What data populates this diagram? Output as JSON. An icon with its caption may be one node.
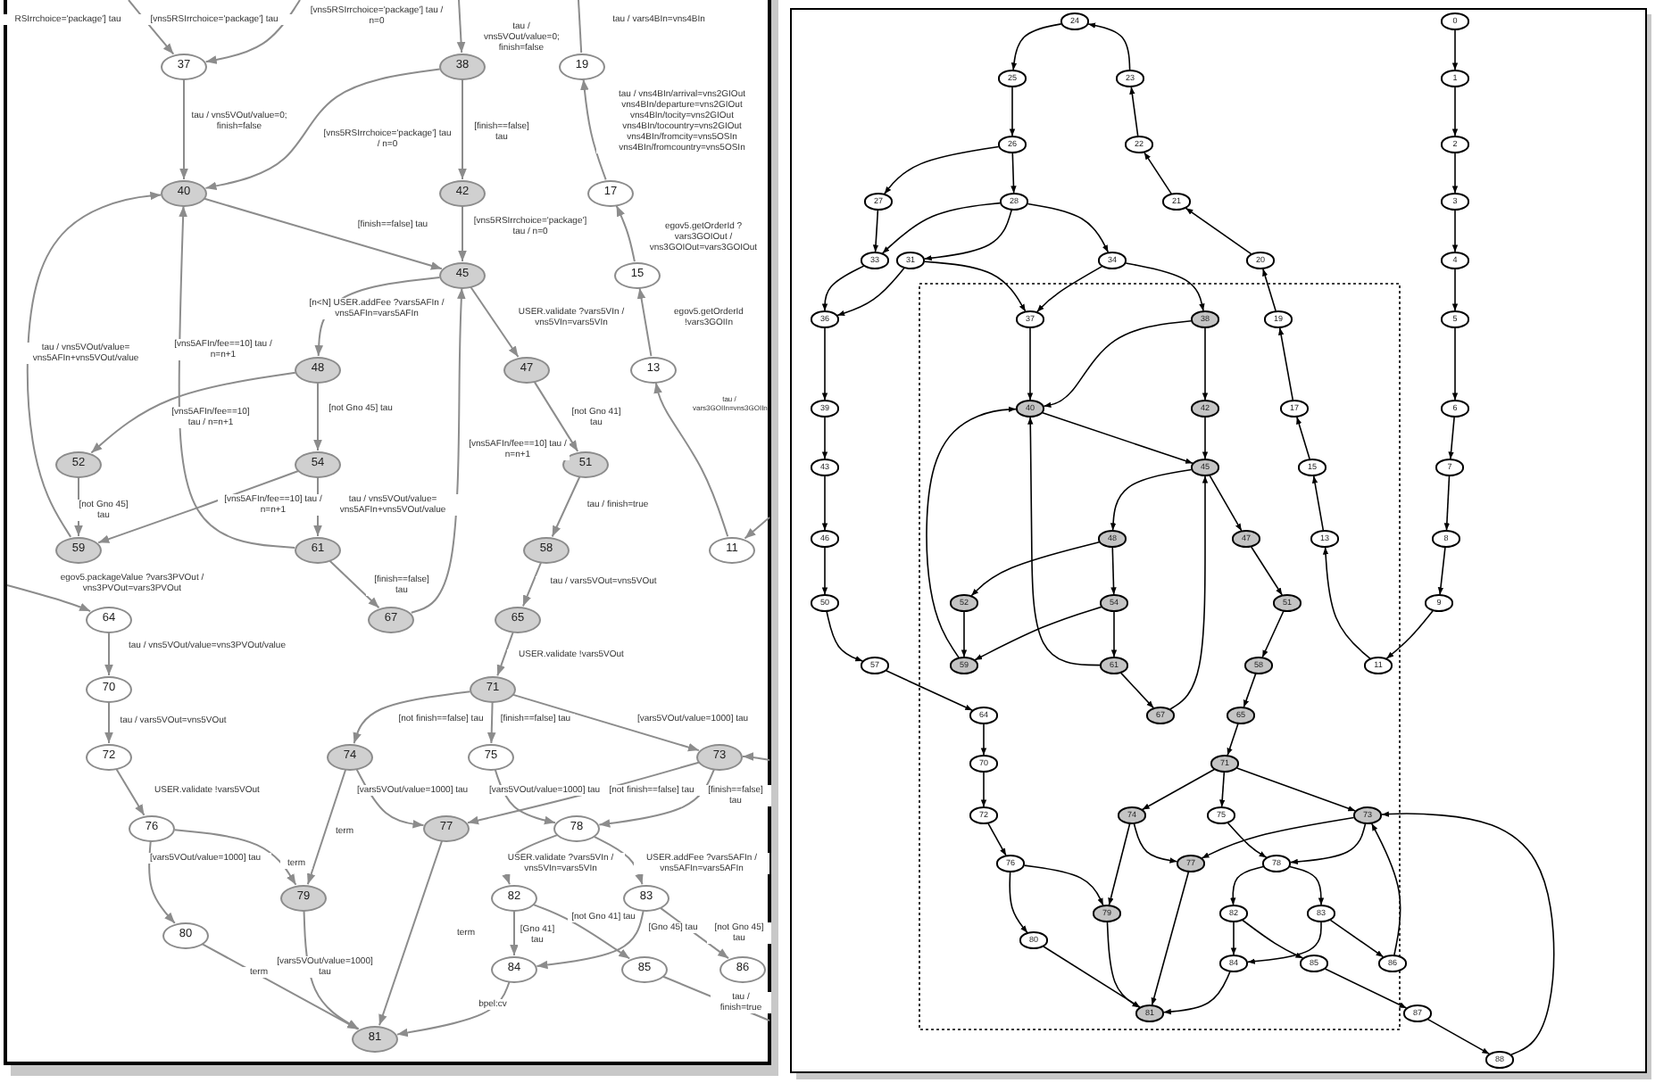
{
  "diagram": {
    "nodes": [
      {
        "text": [
          "37"
        ]
      },
      {
        "text": [
          "38"
        ]
      },
      {
        "text": [
          "19"
        ]
      },
      {
        "text": [
          "40"
        ]
      },
      {
        "text": [
          "42"
        ]
      },
      {
        "text": [
          "17"
        ]
      },
      {
        "text": [
          "45"
        ]
      },
      {
        "text": [
          "15"
        ]
      },
      {
        "text": [
          "48"
        ]
      },
      {
        "text": [
          "47"
        ]
      },
      {
        "text": [
          "13"
        ]
      },
      {
        "text": [
          "52"
        ]
      },
      {
        "text": [
          "54"
        ]
      },
      {
        "text": [
          "51"
        ]
      },
      {
        "text": [
          "59"
        ]
      },
      {
        "text": [
          "61"
        ]
      },
      {
        "text": [
          "58"
        ]
      },
      {
        "text": [
          "11"
        ]
      },
      {
        "text": [
          "64"
        ]
      },
      {
        "text": [
          "67"
        ]
      },
      {
        "text": [
          "65"
        ]
      },
      {
        "text": [
          "70"
        ]
      },
      {
        "text": [
          "71"
        ]
      },
      {
        "text": [
          "72"
        ]
      },
      {
        "text": [
          "74"
        ]
      },
      {
        "text": [
          "75"
        ]
      },
      {
        "text": [
          "73"
        ]
      },
      {
        "text": [
          "76"
        ]
      },
      {
        "text": [
          "77"
        ]
      },
      {
        "text": [
          "78"
        ]
      },
      {
        "text": [
          "79"
        ]
      },
      {
        "text": [
          "82"
        ]
      },
      {
        "text": [
          "83"
        ]
      },
      {
        "text": [
          "80"
        ]
      },
      {
        "text": [
          "84"
        ]
      },
      {
        "text": [
          "85"
        ]
      },
      {
        "text": [
          "86"
        ]
      },
      {
        "text": [
          "81"
        ]
      },
      {
        "text": [
          "24"
        ]
      },
      {
        "text": [
          "0"
        ]
      },
      {
        "text": [
          "25"
        ]
      },
      {
        "text": [
          "23"
        ]
      },
      {
        "text": [
          "1"
        ]
      },
      {
        "text": [
          "26"
        ]
      },
      {
        "text": [
          "22"
        ]
      },
      {
        "text": [
          "2"
        ]
      },
      {
        "text": [
          "27"
        ]
      },
      {
        "text": [
          "28"
        ]
      },
      {
        "text": [
          "21"
        ]
      },
      {
        "text": [
          "3"
        ]
      },
      {
        "text": [
          "33"
        ]
      },
      {
        "text": [
          "31"
        ]
      },
      {
        "text": [
          "34"
        ]
      },
      {
        "text": [
          "20"
        ]
      },
      {
        "text": [
          "4"
        ]
      },
      {
        "text": [
          "36"
        ]
      },
      {
        "text": [
          "37"
        ]
      },
      {
        "text": [
          "38"
        ]
      },
      {
        "text": [
          "19"
        ]
      },
      {
        "text": [
          "5"
        ]
      },
      {
        "text": [
          "39"
        ]
      },
      {
        "text": [
          "40"
        ]
      },
      {
        "text": [
          "42"
        ]
      },
      {
        "text": [
          "17"
        ]
      },
      {
        "text": [
          "6"
        ]
      },
      {
        "text": [
          "43"
        ]
      },
      {
        "text": [
          "45"
        ]
      },
      {
        "text": [
          "15"
        ]
      },
      {
        "text": [
          "7"
        ]
      },
      {
        "text": [
          "46"
        ]
      },
      {
        "text": [
          "48"
        ]
      },
      {
        "text": [
          "47"
        ]
      },
      {
        "text": [
          "13"
        ]
      },
      {
        "text": [
          "8"
        ]
      },
      {
        "text": [
          "50"
        ]
      },
      {
        "text": [
          "52"
        ]
      },
      {
        "text": [
          "54"
        ]
      },
      {
        "text": [
          "51"
        ]
      },
      {
        "text": [
          "9"
        ]
      },
      {
        "text": [
          "57"
        ]
      },
      {
        "text": [
          "59"
        ]
      },
      {
        "text": [
          "61"
        ]
      },
      {
        "text": [
          "58"
        ]
      },
      {
        "text": [
          "11"
        ]
      },
      {
        "text": [
          "64"
        ]
      },
      {
        "text": [
          "67"
        ]
      },
      {
        "text": [
          "65"
        ]
      },
      {
        "text": [
          "70"
        ]
      },
      {
        "text": [
          "71"
        ]
      },
      {
        "text": [
          "72"
        ]
      },
      {
        "text": [
          "74"
        ]
      },
      {
        "text": [
          "75"
        ]
      },
      {
        "text": [
          "73"
        ]
      },
      {
        "text": [
          "76"
        ]
      },
      {
        "text": [
          "77"
        ]
      },
      {
        "text": [
          "78"
        ]
      },
      {
        "text": [
          "79"
        ]
      },
      {
        "text": [
          "82"
        ]
      },
      {
        "text": [
          "83"
        ]
      },
      {
        "text": [
          "80"
        ]
      },
      {
        "text": [
          "84"
        ]
      },
      {
        "text": [
          "85"
        ]
      },
      {
        "text": [
          "86"
        ]
      },
      {
        "text": [
          "81"
        ]
      },
      {
        "text": [
          "87"
        ]
      },
      {
        "text": [
          "88"
        ]
      }
    ],
    "edges": [
      {
        "from": null,
        "to": 0,
        "arrow": "to",
        "label": "RSIrrchoice='package'] tau",
        "color": "#8c8c8c"
      },
      {
        "from": null,
        "to": 0,
        "arrow": "to",
        "label": "[vns5RSIrrchoice='package'] tau",
        "color": "#8c8c8c"
      },
      {
        "from": null,
        "to": 1,
        "arrow": "to",
        "label": "[vns5RSIrrchoice='package'] tau / n=0",
        "color": "#8c8c8c"
      },
      {
        "from": 2,
        "to": null,
        "arrow": "none",
        "label": "tau / vars4BIn=vns4BIn",
        "color": "#8c8c8c"
      },
      {
        "from": 5,
        "to": 2,
        "arrow": "to",
        "label": "tau / vns4BIn/arrival=vns2GIOut vns4BIn/departure=vns2GIOut vns4BIn/tocity=vns2GIOut vns4BIn/tocountry=vns2GIOut vns4BIn/fromcity=vns5OSIn vns4BIn/fromcountry=vns5OSIn",
        "color": "#8c8c8c"
      },
      {
        "from": 0,
        "to": 3,
        "arrow": "to",
        "label": "tau / vns5VOut/value=0; finish=false",
        "color": "#8c8c8c"
      },
      {
        "from": 1,
        "to": 3,
        "arrow": "to",
        "label": "[vns5RSIrrchoice='package'] tau / n=0",
        "color": "#8c8c8c"
      },
      {
        "from": 1,
        "to": 4,
        "arrow": "to",
        "label": "[finish==false] tau",
        "color": "#8c8c8c"
      },
      {
        "from": 3,
        "to": 6,
        "arrow": "to",
        "label": "[finish==false] tau",
        "color": "#8c8c8c"
      },
      {
        "from": 4,
        "to": 6,
        "arrow": "to",
        "label": "[vns5RSIrrchoice='package'] tau / n=0",
        "color": "#8c8c8c"
      },
      {
        "from": 7,
        "to": 5,
        "arrow": "to",
        "label": "egov5.getOrderId ?vars3GOIOut / vns3GOIOut=vars3GOIOut",
        "color": "#8c8c8c"
      },
      {
        "from": 10,
        "to": 7,
        "arrow": "to",
        "label": "egov5.getOrderId !vars3GOIIn",
        "color": "#8c8c8c"
      },
      {
        "from": 6,
        "to": 8,
        "arrow": "to",
        "label": "[n<N] USER.addFee ?vars5AFIn / vns5AFIn=vars5AFIn",
        "color": "#8c8c8c"
      },
      {
        "from": 6,
        "to": 9,
        "arrow": "to",
        "label": "USER.validate ?vars5VIn / vns5VIn=vars5VIn",
        "color": "#8c8c8c"
      },
      {
        "from": 14,
        "to": 3,
        "arrow": "to",
        "label": "tau / vns5VOut/value= vns5AFIn+vns5VOut/value",
        "color": "#8c8c8c"
      },
      {
        "from": 15,
        "to": 3,
        "arrow": "to",
        "label": "[vns5AFIn/fee==10] tau / n=n+1",
        "color": "#8c8c8c"
      },
      {
        "from": 8,
        "to": 11,
        "arrow": "to",
        "label": "[vns5AFIn/fee==10] tau / n=n+1",
        "color": "#8c8c8c"
      },
      {
        "from": 8,
        "to": 12,
        "arrow": "to",
        "label": "[not Gno 45] tau",
        "color": "#8c8c8c"
      },
      {
        "from": 19,
        "to": 6,
        "arrow": "to",
        "label": "[vns5AFIn/fee==10] tau / n=n+1",
        "color": "#8c8c8c"
      },
      {
        "from": 9,
        "to": 13,
        "arrow": "to",
        "label": "[not Gno 41] tau",
        "color": "#8c8c8c"
      },
      {
        "from": 17,
        "to": 10,
        "arrow": "to",
        "label": "tau / vars3GOIIn=vns3GOIIn",
        "color": "#8c8c8c"
      },
      {
        "from": 11,
        "to": 14,
        "arrow": "to",
        "label": "[not Gno 45] tau",
        "color": "#8c8c8c"
      },
      {
        "from": 12,
        "to": 14,
        "arrow": "to",
        "label": "[vns5AFIn/fee==10] tau / n=n+1",
        "color": "#8c8c8c"
      },
      {
        "from": 12,
        "to": 15,
        "arrow": "to",
        "label": "tau / vns5VOut/value= vns5AFIn+vns5VOut/value",
        "color": "#8c8c8c"
      },
      {
        "from": 13,
        "to": 16,
        "arrow": "to",
        "label": "tau / finish=true",
        "color": "#8c8c8c"
      },
      {
        "from": 15,
        "to": 19,
        "arrow": "to",
        "label": "[finish==false] tau",
        "color": "#8c8c8c"
      },
      {
        "from": 16,
        "to": 20,
        "arrow": "to",
        "label": "tau / vars5VOut=vns5VOut",
        "color": "#8c8c8c"
      },
      {
        "from": null,
        "to": 17,
        "arrow": "to",
        "color": "#8c8c8c"
      },
      {
        "from": null,
        "to": 18,
        "arrow": "to",
        "label": "egov5.packageValue ?vars3PVOut / vns3PVOut=vars3PVOut",
        "color": "#8c8c8c"
      },
      {
        "from": 18,
        "to": 21,
        "arrow": "to",
        "label": "tau / vns5VOut/value=vns3PVOut/value",
        "color": "#8c8c8c"
      },
      {
        "from": 20,
        "to": 22,
        "arrow": "to",
        "label": "USER.validate !vars5VOut",
        "color": "#8c8c8c"
      },
      {
        "from": 21,
        "to": 23,
        "arrow": "to",
        "label": "tau / vars5VOut=vns5VOut",
        "color": "#8c8c8c"
      },
      {
        "from": 22,
        "to": 24,
        "arrow": "to",
        "label": "[not finish==false] tau",
        "color": "#8c8c8c"
      },
      {
        "from": 22,
        "to": 25,
        "arrow": "to",
        "label": "[finish==false] tau",
        "color": "#8c8c8c"
      },
      {
        "from": 22,
        "to": 26,
        "arrow": "to",
        "label": "[vars5VOut/value=1000] tau",
        "color": "#8c8c8c"
      },
      {
        "from": null,
        "to": 26,
        "arrow": "to",
        "color": "#8c8c8c"
      },
      {
        "from": 23,
        "to": 27,
        "arrow": "to",
        "label": "USER.validate !vars5VOut",
        "color": "#8c8c8c"
      },
      {
        "from": 24,
        "to": 28,
        "arrow": "to",
        "label": "[vars5VOut/value=1000] tau",
        "color": "#8c8c8c"
      },
      {
        "from": 24,
        "to": 30,
        "arrow": "to",
        "label": "term",
        "color": "#8c8c8c"
      },
      {
        "from": 25,
        "to": 29,
        "arrow": "to",
        "label": "[vars5VOut/value=1000] tau",
        "color": "#8c8c8c"
      },
      {
        "from": 26,
        "to": 28,
        "arrow": "to",
        "label": "[not finish==false] tau",
        "color": "#8c8c8c"
      },
      {
        "from": 26,
        "to": 29,
        "arrow": "to",
        "label": "[finish==false] tau",
        "color": "#8c8c8c"
      },
      {
        "from": 27,
        "to": 30,
        "arrow": "to",
        "label": "term",
        "color": "#8c8c8c"
      },
      {
        "from": 27,
        "to": 33,
        "arrow": "to",
        "label": "[vars5VOut/value=1000] tau",
        "color": "#8c8c8c"
      },
      {
        "from": 29,
        "to": 31,
        "arrow": "to",
        "label": "USER.validate ?vars5VIn / vns5VIn=vars5VIn",
        "color": "#8c8c8c"
      },
      {
        "from": 29,
        "to": 32,
        "arrow": "to",
        "label": "USER.addFee ?vars5AFIn / vns5AFIn=vars5AFIn",
        "color": "#8c8c8c"
      },
      {
        "from": 31,
        "to": 34,
        "arrow": "to",
        "label": "[Gno 41] tau",
        "color": "#8c8c8c"
      },
      {
        "from": 31,
        "to": 35,
        "arrow": "to",
        "label": "[not Gno 41] tau",
        "color": "#8c8c8c"
      },
      {
        "from": 32,
        "to": 34,
        "arrow": "to",
        "label": "[Gno 45] tau",
        "color": "#8c8c8c"
      },
      {
        "from": 32,
        "to": 36,
        "arrow": "to",
        "label": "[not Gno 45] tau",
        "color": "#8c8c8c"
      },
      {
        "from": 35,
        "to": null,
        "arrow": "none",
        "label": "tau / finish=true",
        "color": "#8c8c8c"
      },
      {
        "from": 28,
        "to": 37,
        "arrow": "to",
        "label": "term",
        "color": "#8c8c8c"
      },
      {
        "from": 30,
        "to": 37,
        "arrow": "to",
        "label": "[vars5VOut/value=1000] tau",
        "color": "#8c8c8c"
      },
      {
        "from": 33,
        "to": 37,
        "arrow": "to",
        "label": "term",
        "color": "#8c8c8c"
      },
      {
        "from": 34,
        "to": 37,
        "arrow": "to",
        "label": "bpel:cv",
        "color": "#8c8c8c"
      },
      {
        "from": 38,
        "to": 40,
        "arrow": "to"
      },
      {
        "from": 41,
        "to": 38,
        "arrow": "to"
      },
      {
        "from": 40,
        "to": 43,
        "arrow": "to"
      },
      {
        "from": 44,
        "to": 41,
        "arrow": "to"
      },
      {
        "from": 43,
        "to": 46,
        "arrow": "to"
      },
      {
        "from": 43,
        "to": 47,
        "arrow": "to"
      },
      {
        "from": 48,
        "to": 44,
        "arrow": "to"
      },
      {
        "from": 46,
        "to": 50,
        "arrow": "to"
      },
      {
        "from": 47,
        "to": 50,
        "arrow": "to"
      },
      {
        "from": 47,
        "to": 51,
        "arrow": "to"
      },
      {
        "from": 47,
        "to": 52,
        "arrow": "to"
      },
      {
        "from": 53,
        "to": 48,
        "arrow": "to"
      },
      {
        "from": 50,
        "to": 55,
        "arrow": "to"
      },
      {
        "from": 51,
        "to": 55,
        "arrow": "to"
      },
      {
        "from": 51,
        "to": 56,
        "arrow": "to"
      },
      {
        "from": 52,
        "to": 56,
        "arrow": "to"
      },
      {
        "from": 52,
        "to": 57,
        "arrow": "to"
      },
      {
        "from": 58,
        "to": 53,
        "arrow": "to"
      },
      {
        "from": 39,
        "to": 42,
        "arrow": "to"
      },
      {
        "from": 42,
        "to": 45,
        "arrow": "to"
      },
      {
        "from": 45,
        "to": 49,
        "arrow": "to"
      },
      {
        "from": 49,
        "to": 54,
        "arrow": "to"
      },
      {
        "from": 54,
        "to": 59,
        "arrow": "to"
      },
      {
        "from": 59,
        "to": 64,
        "arrow": "to"
      },
      {
        "from": 64,
        "to": 68,
        "arrow": "to"
      },
      {
        "from": 68,
        "to": 73,
        "arrow": "to"
      },
      {
        "from": 73,
        "to": 78,
        "arrow": "to"
      },
      {
        "from": 78,
        "to": 83,
        "arrow": "to"
      },
      {
        "from": 55,
        "to": 60,
        "arrow": "to"
      },
      {
        "from": 60,
        "to": 65,
        "arrow": "to"
      },
      {
        "from": 65,
        "to": 69,
        "arrow": "to"
      },
      {
        "from": 69,
        "to": 74,
        "arrow": "to"
      },
      {
        "from": 74,
        "to": 79,
        "arrow": "to"
      },
      {
        "from": 79,
        "to": 84,
        "arrow": "to"
      },
      {
        "from": 56,
        "to": 61,
        "arrow": "to"
      },
      {
        "from": 57,
        "to": 61,
        "arrow": "to"
      },
      {
        "from": 57,
        "to": 62,
        "arrow": "to"
      },
      {
        "from": 61,
        "to": 66,
        "arrow": "to"
      },
      {
        "from": 62,
        "to": 66,
        "arrow": "to"
      },
      {
        "from": 63,
        "to": 58,
        "arrow": "to"
      },
      {
        "from": 67,
        "to": 63,
        "arrow": "to"
      },
      {
        "from": 72,
        "to": 67,
        "arrow": "to"
      },
      {
        "from": 83,
        "to": 72,
        "arrow": "to"
      },
      {
        "from": 66,
        "to": 70,
        "arrow": "to"
      },
      {
        "from": 66,
        "to": 71,
        "arrow": "to"
      },
      {
        "from": 70,
        "to": 75,
        "arrow": "to"
      },
      {
        "from": 70,
        "to": 76,
        "arrow": "to"
      },
      {
        "from": 75,
        "to": 80,
        "arrow": "to"
      },
      {
        "from": 76,
        "to": 80,
        "arrow": "to"
      },
      {
        "from": 76,
        "to": 81,
        "arrow": "to"
      },
      {
        "from": 80,
        "to": 61,
        "arrow": "to"
      },
      {
        "from": 81,
        "to": 61,
        "arrow": "to"
      },
      {
        "from": 81,
        "to": 85,
        "arrow": "to"
      },
      {
        "from": 85,
        "to": 66,
        "arrow": "to"
      },
      {
        "from": 71,
        "to": 77,
        "arrow": "to"
      },
      {
        "from": 77,
        "to": 82,
        "arrow": "to"
      },
      {
        "from": 82,
        "to": 86,
        "arrow": "to"
      },
      {
        "from": 86,
        "to": 88,
        "arrow": "to"
      },
      {
        "from": 84,
        "to": 87,
        "arrow": "to"
      },
      {
        "from": 87,
        "to": 89,
        "arrow": "to"
      },
      {
        "from": 89,
        "to": 93,
        "arrow": "to"
      },
      {
        "from": 88,
        "to": 90,
        "arrow": "to"
      },
      {
        "from": 88,
        "to": 91,
        "arrow": "to"
      },
      {
        "from": 88,
        "to": 92,
        "arrow": "to"
      },
      {
        "from": 90,
        "to": 94,
        "arrow": "to"
      },
      {
        "from": 90,
        "to": 96,
        "arrow": "to"
      },
      {
        "from": 91,
        "to": 95,
        "arrow": "to"
      },
      {
        "from": 92,
        "to": 94,
        "arrow": "to"
      },
      {
        "from": 92,
        "to": 95,
        "arrow": "to"
      },
      {
        "from": 93,
        "to": 96,
        "arrow": "to"
      },
      {
        "from": 93,
        "to": 99,
        "arrow": "to"
      },
      {
        "from": 95,
        "to": 97,
        "arrow": "to"
      },
      {
        "from": 95,
        "to": 98,
        "arrow": "to"
      },
      {
        "from": 97,
        "to": 100,
        "arrow": "to"
      },
      {
        "from": 97,
        "to": 101,
        "arrow": "to"
      },
      {
        "from": 98,
        "to": 100,
        "arrow": "to"
      },
      {
        "from": 98,
        "to": 102,
        "arrow": "to"
      },
      {
        "from": 102,
        "to": 92,
        "arrow": "to"
      },
      {
        "from": 101,
        "to": 104,
        "arrow": "to"
      },
      {
        "from": 104,
        "to": 105,
        "arrow": "to"
      },
      {
        "from": 105,
        "to": 92,
        "arrow": "to"
      },
      {
        "from": 94,
        "to": 103,
        "arrow": "to"
      },
      {
        "from": 96,
        "to": 103,
        "arrow": "to"
      },
      {
        "from": 99,
        "to": 103,
        "arrow": "to"
      },
      {
        "from": 100,
        "to": 103,
        "arrow": "to"
      }
    ],
    "labels": [
      "tau / vns5VOut/value=0; finish=false"
    ]
  }
}
